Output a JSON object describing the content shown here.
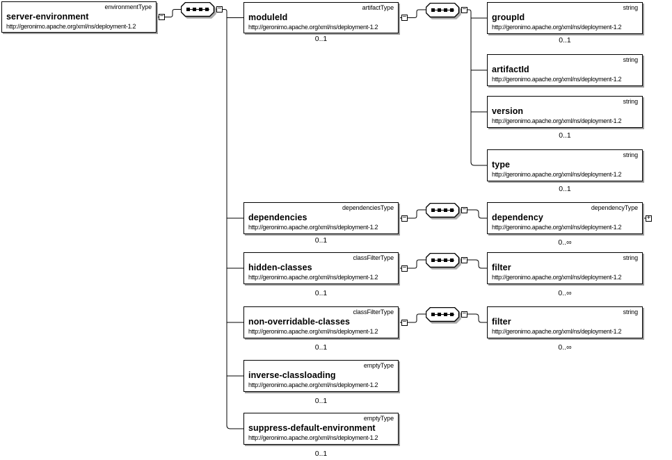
{
  "icons": {
    "collapse": "−",
    "expand": "+",
    "sequence": "sequence-compositor"
  },
  "shared_namespace": "http://geronimo.apache.org/xml/ns/deployment-1.2",
  "nodes": {
    "server_environment": {
      "name": "server-environment",
      "type": "environmentType",
      "namespace": "http://geronimo.apache.org/xml/ns/deployment-1.2"
    },
    "module_id": {
      "name": "moduleId",
      "type": "artifactType",
      "namespace": "http://geronimo.apache.org/xml/ns/deployment-1.2",
      "cardinality": "0..1"
    },
    "group_id": {
      "name": "groupId",
      "type": "string",
      "namespace": "http://geronimo.apache.org/xml/ns/deployment-1.2",
      "cardinality": "0..1"
    },
    "artifact_id": {
      "name": "artifactId",
      "type": "string",
      "namespace": "http://geronimo.apache.org/xml/ns/deployment-1.2"
    },
    "version": {
      "name": "version",
      "type": "string",
      "namespace": "http://geronimo.apache.org/xml/ns/deployment-1.2",
      "cardinality": "0..1"
    },
    "type": {
      "name": "type",
      "type": "string",
      "namespace": "http://geronimo.apache.org/xml/ns/deployment-1.2",
      "cardinality": "0..1"
    },
    "dependencies": {
      "name": "dependencies",
      "type": "dependenciesType",
      "namespace": "http://geronimo.apache.org/xml/ns/deployment-1.2",
      "cardinality": "0..1"
    },
    "dependency": {
      "name": "dependency",
      "type": "dependencyType",
      "namespace": "http://geronimo.apache.org/xml/ns/deployment-1.2",
      "cardinality": "0..∞"
    },
    "hidden_classes": {
      "name": "hidden-classes",
      "type": "classFilterType",
      "namespace": "http://geronimo.apache.org/xml/ns/deployment-1.2",
      "cardinality": "0..1"
    },
    "filter_hidden": {
      "name": "filter",
      "type": "string",
      "namespace": "http://geronimo.apache.org/xml/ns/deployment-1.2",
      "cardinality": "0..∞"
    },
    "non_overridable_classes": {
      "name": "non-overridable-classes",
      "type": "classFilterType",
      "namespace": "http://geronimo.apache.org/xml/ns/deployment-1.2",
      "cardinality": "0..1"
    },
    "filter_non_overridable": {
      "name": "filter",
      "type": "string",
      "namespace": "http://geronimo.apache.org/xml/ns/deployment-1.2",
      "cardinality": "0..∞"
    },
    "inverse_classloading": {
      "name": "inverse-classloading",
      "type": "emptyType",
      "namespace": "http://geronimo.apache.org/xml/ns/deployment-1.2",
      "cardinality": "0..1"
    },
    "suppress_default_environment": {
      "name": "suppress-default-environment",
      "type": "emptyType",
      "namespace": "http://geronimo.apache.org/xml/ns/deployment-1.2",
      "cardinality": "0..1"
    }
  }
}
